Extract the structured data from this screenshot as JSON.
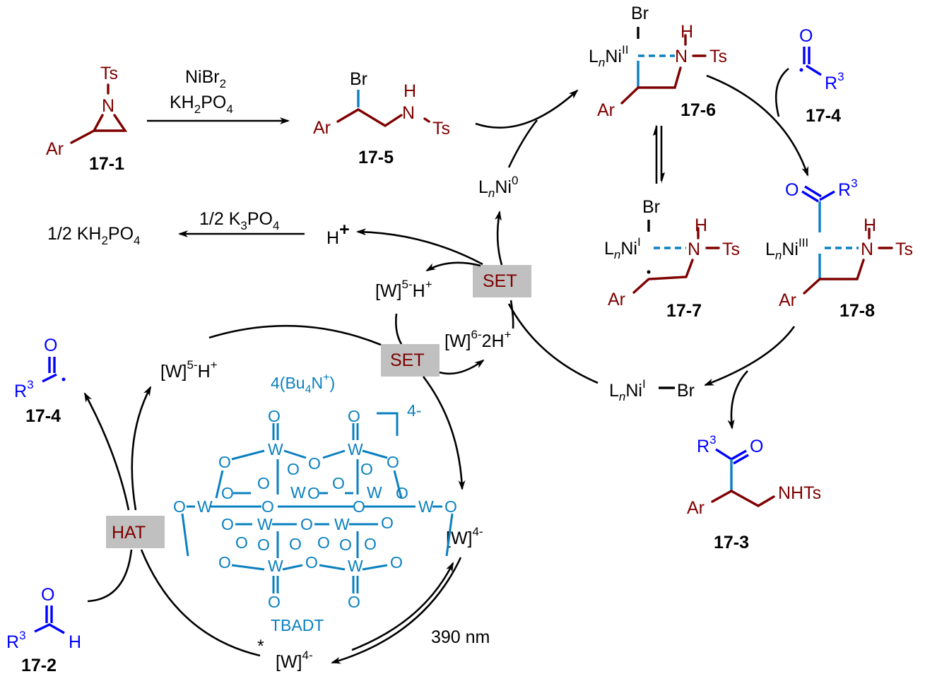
{
  "title": "Ni/TBADT dual catalytic cycle for aziridine acylation",
  "compounds": {
    "c17_1": {
      "label": "17-1",
      "ts": "Ts",
      "n": "N",
      "ar": "Ar"
    },
    "c17_5": {
      "label": "17-5",
      "br": "Br",
      "ar": "Ar",
      "h": "H",
      "n": "N",
      "ts": "Ts"
    },
    "c17_6": {
      "label": "17-6",
      "br": "Br",
      "lnni": "L",
      "n_sub": "n",
      "ni": "Ni",
      "ox": "II",
      "h": "H",
      "n": "N",
      "ts": "Ts",
      "ar": "Ar"
    },
    "c17_4_top": {
      "label": "17-4",
      "o": "O",
      "r": "R",
      "r_sup": "3"
    },
    "c17_7": {
      "label": "17-7",
      "br": "Br",
      "lnni": "L",
      "n_sub": "n",
      "ni": "Ni",
      "ox": "I",
      "h": "H",
      "n": "N",
      "ts": "Ts",
      "ar": "Ar"
    },
    "c17_8": {
      "label": "17-8",
      "o": "O",
      "r": "R",
      "r_sup": "3",
      "lnni": "L",
      "n_sub": "n",
      "ni": "Ni",
      "ox": "III",
      "h": "H",
      "n": "N",
      "ts": "Ts",
      "ar": "Ar"
    },
    "c17_3": {
      "label": "17-3",
      "r": "R",
      "r_sup": "3",
      "o": "O",
      "ar": "Ar",
      "nhts": "NHTs"
    },
    "c17_4_left": {
      "label": "17-4",
      "o": "O",
      "r": "R",
      "r_sup": "3"
    },
    "c17_2": {
      "label": "17-2",
      "o": "O",
      "r": "R",
      "r_sup": "3",
      "h": "H"
    }
  },
  "reagents": {
    "step1_top": "NiBr",
    "step1_top_sub": "2",
    "step1_bot_a": "KH",
    "step1_bot_sub1": "2",
    "step1_bot_b": "PO",
    "step1_bot_sub2": "4",
    "base_a": "1/2 K",
    "base_sub1": "3",
    "base_b": "PO",
    "base_sub2": "4",
    "product_a": "1/2 KH",
    "product_sub1": "2",
    "product_b": "PO",
    "product_sub2": "4",
    "hplus": "H",
    "hplus_sup": "+"
  },
  "species": {
    "ni0": {
      "l": "L",
      "n": "n",
      "ni": "Ni",
      "sup": "0"
    },
    "ni1br": {
      "l": "L",
      "n": "n",
      "ni": "Ni",
      "sup": "I",
      "br": "Br"
    },
    "w5h_upper": {
      "w": "[W]",
      "sup": "5-",
      "h": "H",
      "hsup": "+"
    },
    "w5h_left": {
      "w": "[W]",
      "sup": "5-",
      "h": "H",
      "hsup": "+"
    },
    "w6_2h": {
      "w": "[W]",
      "sup": "6-",
      "h": "2H",
      "hsup": "+"
    },
    "w4": {
      "w": "[W]",
      "sup": "4-"
    },
    "w4_excited": {
      "star": "*",
      "w": "[W]",
      "sup": "4-"
    }
  },
  "tags": {
    "set_upper": "SET",
    "set_lower": "SET",
    "hat": "HAT"
  },
  "tbadt": {
    "cation": "4(Bu",
    "cation_sub": "4",
    "cation_b": "N",
    "cation_sup": "+",
    "cation_close": ")",
    "charge": "4-",
    "name": "TBADT",
    "w": "W",
    "o": "O"
  },
  "light": "390 nm",
  "colors": {
    "substrate": "#7f0000",
    "acyl": "#0000ff",
    "catalyst": "#0a80c0",
    "tag_bg": "#c0c0c0",
    "tag_text": "#7f0000"
  }
}
